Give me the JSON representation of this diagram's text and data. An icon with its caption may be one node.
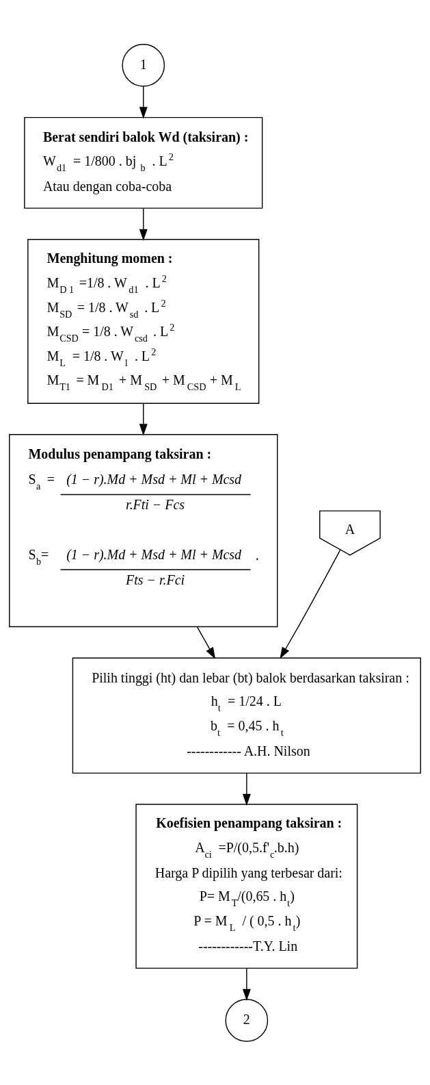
{
  "diagram": {
    "nodes": [
      {
        "text": [
          "1"
        ]
      },
      {
        "text": [
          "Berat sendiri balok Wd (taksiran) :",
          "W$_{d1}$ = 1/800 . bj $_{b}$ . L$^{2}$",
          "Atau dengan coba-coba"
        ]
      },
      {
        "text": [
          "Menghitung momen :",
          "M$_{D 1}$ =1/8 . W$_{d1}$ . L$^{2}$",
          "M$_{SD}$ = 1/8 . W$_{sd}$ . L$^{2}$",
          "M$_{CSD}$ = 1/8 . W$_{csd}$ . L$^{2}$",
          "M$_{L}$ = 1/8 . W$_{l}$ . L$^{2}$",
          "M$_{T1}$ = M$_{D1}$ + M$_{SD}$ + M$_{CSD}$ + M$_{L}$"
        ]
      },
      {
        "text": [
          "Modulus penampang taksiran :",
          "S$_{a}$ =",
          "(1 − r).Md + Msd + Ml + Mcsd",
          "r.Fti − Fcs",
          "S$_{b}$=",
          "(1 − r).Md + Msd + Ml + Mcsd",
          "Fts − r.Fci",
          "."
        ]
      },
      {
        "text": [
          "A"
        ]
      },
      {
        "text": [
          "Pilih tinggi (ht) dan lebar (bt) balok berdasarkan taksiran :",
          "h$_{t}$ = 1/24 . L",
          "b$_{t}$ = 0,45 . h$_{t}$",
          "------------ A.H. Nilson"
        ]
      },
      {
        "text": [
          "Koefisien penampang taksiran :",
          "A$_{ci}$ =P/(0,5.f'$_{c}$.b.h)",
          "Harga P dipilih yang terbesar dari:",
          "P= M$_{T}$/(0,65 . h$_{t}$)",
          "P = M$_{L}$ / ( 0,5 . h$_{t}$)",
          "------------T.Y. Lin"
        ]
      },
      {
        "text": [
          "2"
        ]
      }
    ],
    "edges": [
      {
        "from": 0,
        "to": 1,
        "arrow": "to"
      },
      {
        "from": 1,
        "to": 2,
        "arrow": "to"
      },
      {
        "from": 2,
        "to": 3,
        "arrow": "to"
      },
      {
        "from": 3,
        "to": 5,
        "arrow": "to"
      },
      {
        "from": 4,
        "to": 5,
        "arrow": "to"
      },
      {
        "from": 5,
        "to": 6,
        "arrow": "to"
      },
      {
        "from": 6,
        "to": 7,
        "arrow": "to"
      }
    ]
  }
}
